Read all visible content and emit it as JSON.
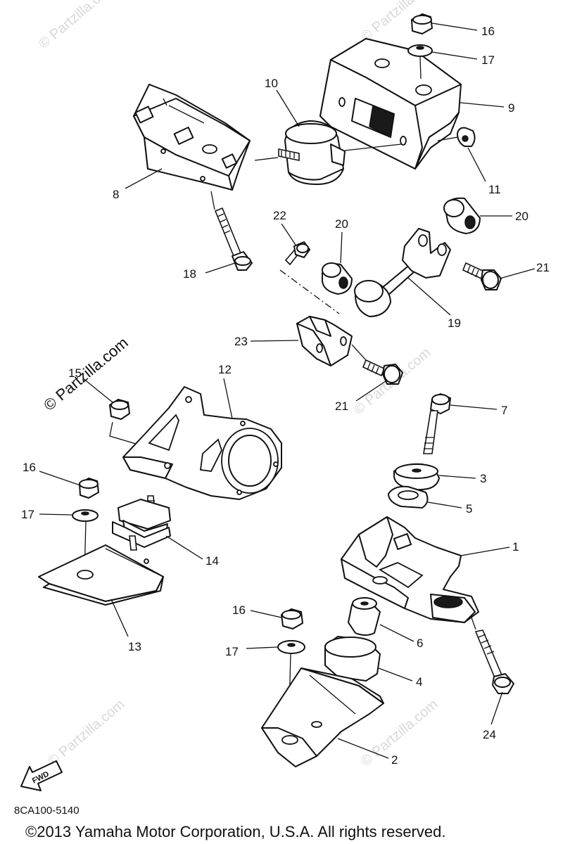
{
  "watermark": {
    "text": "© Partzilla.com",
    "faint_color": "#d8d8d8",
    "dark_color": "#111111"
  },
  "callouts": [
    {
      "id": "c16a",
      "label": "16"
    },
    {
      "id": "c17a",
      "label": "17"
    },
    {
      "id": "c9",
      "label": "9"
    },
    {
      "id": "c10",
      "label": "10"
    },
    {
      "id": "c11",
      "label": "11"
    },
    {
      "id": "c8",
      "label": "8"
    },
    {
      "id": "c22",
      "label": "22"
    },
    {
      "id": "c20a",
      "label": "20"
    },
    {
      "id": "c20b",
      "label": "20"
    },
    {
      "id": "c18",
      "label": "18"
    },
    {
      "id": "c21a",
      "label": "21"
    },
    {
      "id": "c19",
      "label": "19"
    },
    {
      "id": "c23",
      "label": "23"
    },
    {
      "id": "c12",
      "label": "12"
    },
    {
      "id": "c15",
      "label": "15"
    },
    {
      "id": "c21b",
      "label": "21"
    },
    {
      "id": "c7",
      "label": "7"
    },
    {
      "id": "c3",
      "label": "3"
    },
    {
      "id": "c16b",
      "label": "16"
    },
    {
      "id": "c5",
      "label": "5"
    },
    {
      "id": "c17b",
      "label": "17"
    },
    {
      "id": "c14",
      "label": "14"
    },
    {
      "id": "c1",
      "label": "1"
    },
    {
      "id": "c13",
      "label": "13"
    },
    {
      "id": "c16c",
      "label": "16"
    },
    {
      "id": "c6",
      "label": "6"
    },
    {
      "id": "c17c",
      "label": "17"
    },
    {
      "id": "c4",
      "label": "4"
    },
    {
      "id": "c24",
      "label": "24"
    },
    {
      "id": "c2",
      "label": "2"
    }
  ],
  "fwd_label": "FWD",
  "diagram_code": "8CA100-5140",
  "copyright": "©2013 Yamaha Motor Corporation, U.S.A. All rights reserved."
}
